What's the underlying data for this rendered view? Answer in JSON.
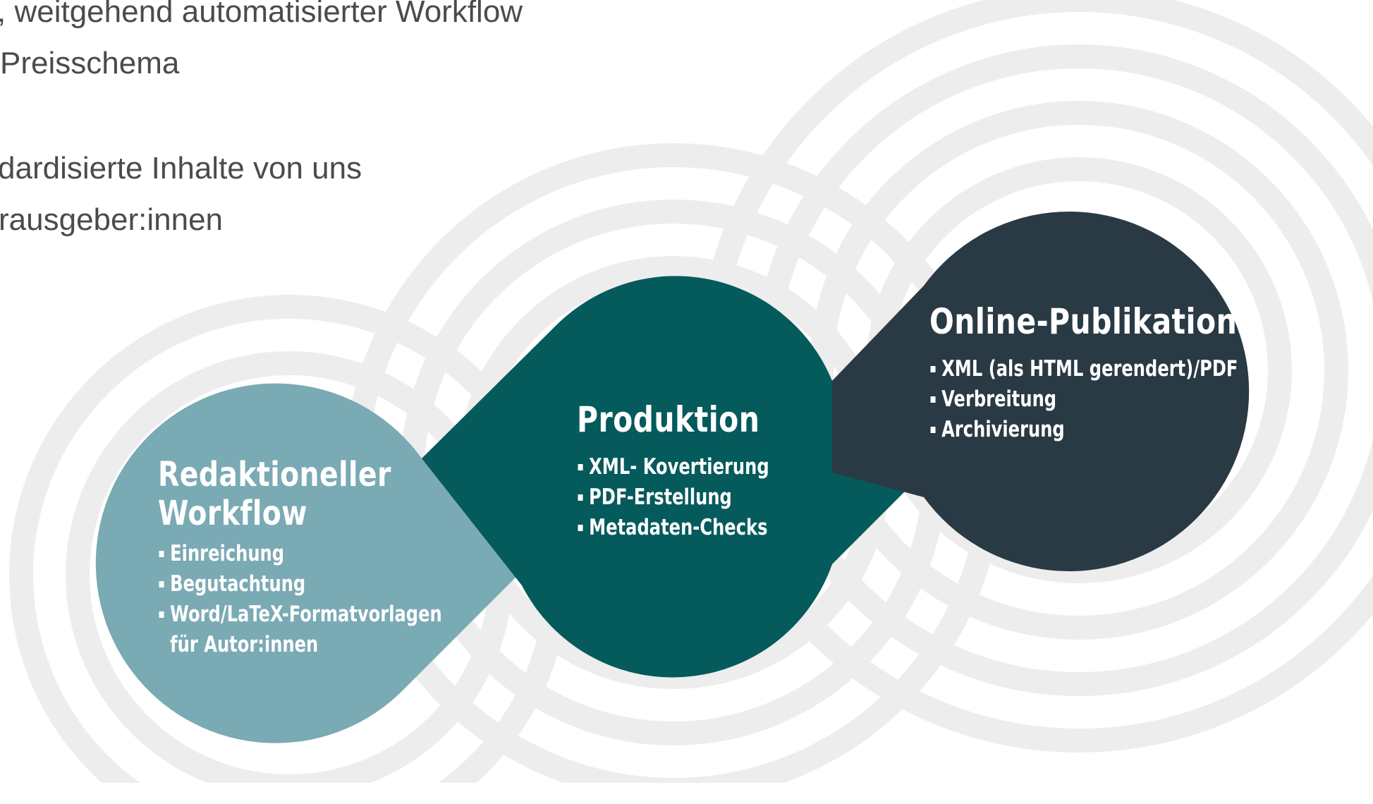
{
  "top_text": {
    "line1": ", weitgehend automatisierter Workflow",
    "line2": "Preisschema",
    "line3": "dardisierte Inhalte von uns",
    "line4": "rausgeber:innen"
  },
  "stages": {
    "redaktion": {
      "title_line1": "Redaktioneller",
      "title_line2": "Workflow",
      "items": [
        "Einreichung",
        "Begutachtung",
        "Word/LaTeX-Formatvorlagen"
      ],
      "item_continuation": "für Autor:innen",
      "color": "#7aaab4"
    },
    "produktion": {
      "title": "Produktion",
      "items": [
        "XML- Kovertierung",
        "PDF-Erstellung",
        "Metadaten-Checks"
      ],
      "color": "#055a5c"
    },
    "online": {
      "title": "Online-Publikation",
      "items": [
        "XML (als HTML gerendert)/PDF",
        "Verbreitung",
        "Archivierung"
      ],
      "color": "#2a3a44"
    }
  },
  "colors": {
    "background": "#ffffff",
    "rings": "#ededed",
    "text_top": "#4b4b4b"
  }
}
